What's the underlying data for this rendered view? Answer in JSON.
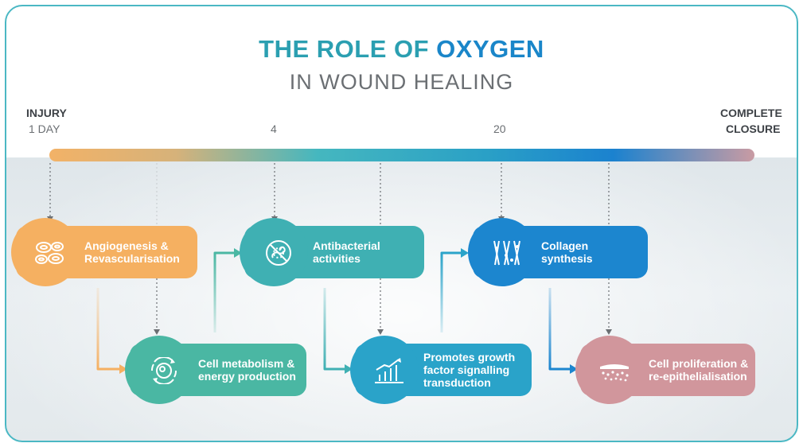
{
  "title": {
    "line1_part1": "THE ROLE OF ",
    "line1_part2": "OXYGEN",
    "line2": "IN WOUND HEALING"
  },
  "timeline": {
    "start_label": "INJURY",
    "start_day": "1 DAY",
    "mid1": "4",
    "mid2": "20",
    "end_label_1": "COMPLETE",
    "end_label_2": "CLOSURE"
  },
  "steps": [
    {
      "line1": "Angiogenesis &",
      "line2": "Revascularisation",
      "line3": "",
      "color": "#f5b061",
      "icon": "red-blood-cells-icon"
    },
    {
      "line1": "Cell metabolism &",
      "line2": "energy production",
      "line3": "",
      "color": "#4ab7a3",
      "icon": "cell-cycle-icon"
    },
    {
      "line1": "Antibacterial",
      "line2": "activities",
      "line3": "",
      "color": "#3fb0b3",
      "icon": "no-bacteria-icon"
    },
    {
      "line1": "Promotes growth",
      "line2": "factor signalling",
      "line3": "transduction",
      "color": "#2aa3c9",
      "icon": "growth-chart-icon"
    },
    {
      "line1": "Collagen",
      "line2": "synthesis",
      "line3": "",
      "color": "#1c86cf",
      "icon": "collagen-fibers-icon"
    },
    {
      "line1": "Cell proliferation &",
      "line2": "re-epithelialisation",
      "line3": "",
      "color": "#d1969c",
      "icon": "skin-cells-icon"
    }
  ]
}
